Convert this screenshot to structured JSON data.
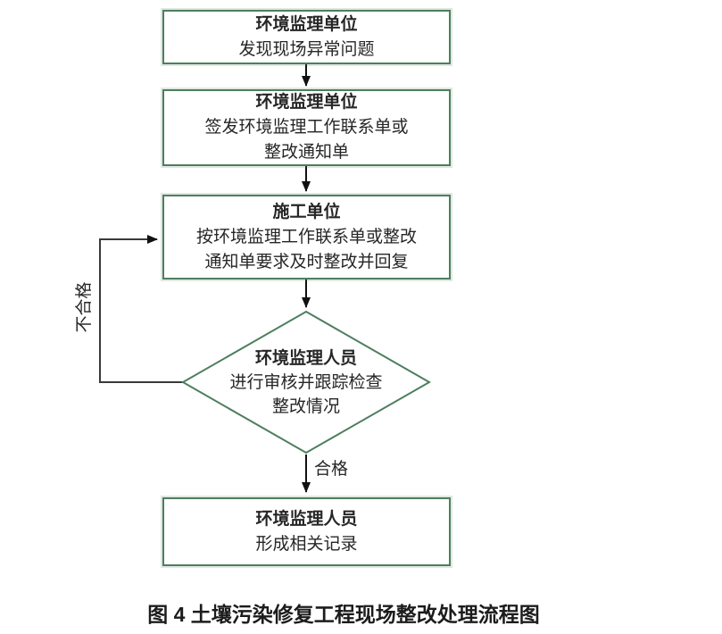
{
  "figure": {
    "caption": "图 4 土壤污染修复工程现场整改处理流程图"
  },
  "flowchart": {
    "nodes": [
      {
        "id": "discover-issue",
        "type": "process-box",
        "title": "环境监理单位",
        "lines": [
          "发现现场异常问题"
        ]
      },
      {
        "id": "issue-notice",
        "type": "process-box",
        "title": "环境监理单位",
        "lines": [
          "签发环境监理工作联系单或",
          "整改通知单"
        ]
      },
      {
        "id": "contractor-rectify",
        "type": "process-box",
        "title": "施工单位",
        "lines": [
          "按环境监理工作联系单或整改",
          "通知单要求及时整改并回复"
        ]
      },
      {
        "id": "review-decision",
        "type": "decision-diamond",
        "title": "环境监理人员",
        "lines": [
          "进行审核并跟踪检查",
          "整改情况"
        ]
      },
      {
        "id": "form-records",
        "type": "process-box",
        "title": "环境监理人员",
        "lines": [
          "形成相关记录"
        ]
      }
    ],
    "edge_labels": {
      "pass": "合格",
      "fail": "不合格"
    },
    "colors": {
      "node_border": "#4e7e5f",
      "arrow": "#111111",
      "loop_line": "#3a3a3a",
      "text": "#262626"
    }
  }
}
